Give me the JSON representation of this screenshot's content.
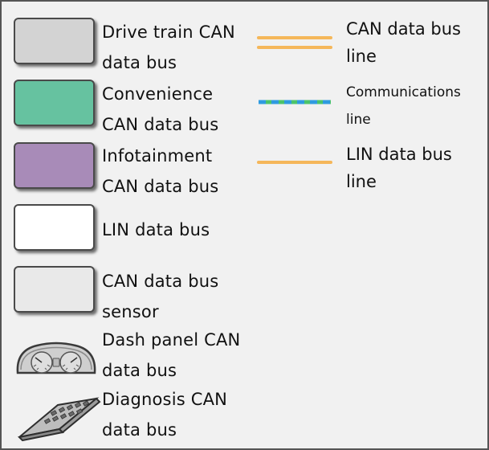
{
  "legend": {
    "items": [
      {
        "label_line1": "Drive train CAN",
        "label_line2": "data bus",
        "color": "#d3d3d3",
        "icon": "swatch"
      },
      {
        "label_line1": "Convenience",
        "label_line2": "CAN data bus",
        "color": "#66c2a0",
        "icon": "swatch"
      },
      {
        "label_line1": "Infotainment",
        "label_line2": "CAN data bus",
        "color": "#a88bb8",
        "icon": "swatch"
      },
      {
        "label_line1": "LIN data bus",
        "label_line2": "",
        "color": "#ffffff",
        "icon": "swatch"
      },
      {
        "label_line1": "CAN data bus",
        "label_line2": "sensor",
        "color": "#e9e9e9",
        "icon": "swatch"
      },
      {
        "label_line1": "Dash panel CAN",
        "label_line2": "data bus",
        "color": "#cfcfcf",
        "icon": "dash-panel-icon"
      },
      {
        "label_line1": "Diagnosis CAN",
        "label_line2": "data bus",
        "color": "#bdbdbd",
        "icon": "diagnosis-connector-icon"
      }
    ],
    "lines": [
      {
        "label_line1": "CAN data bus",
        "label_line2": "line",
        "color": "#f5b75a",
        "style": "double"
      },
      {
        "label_line1": "Communications",
        "label_line2": "line",
        "color_a": "#2f9be0",
        "color_b": "#4cc46a",
        "style": "dashed-two-tone"
      },
      {
        "label_line1": "LIN data bus",
        "label_line2": "line",
        "color": "#f5b75a",
        "style": "single"
      }
    ]
  }
}
